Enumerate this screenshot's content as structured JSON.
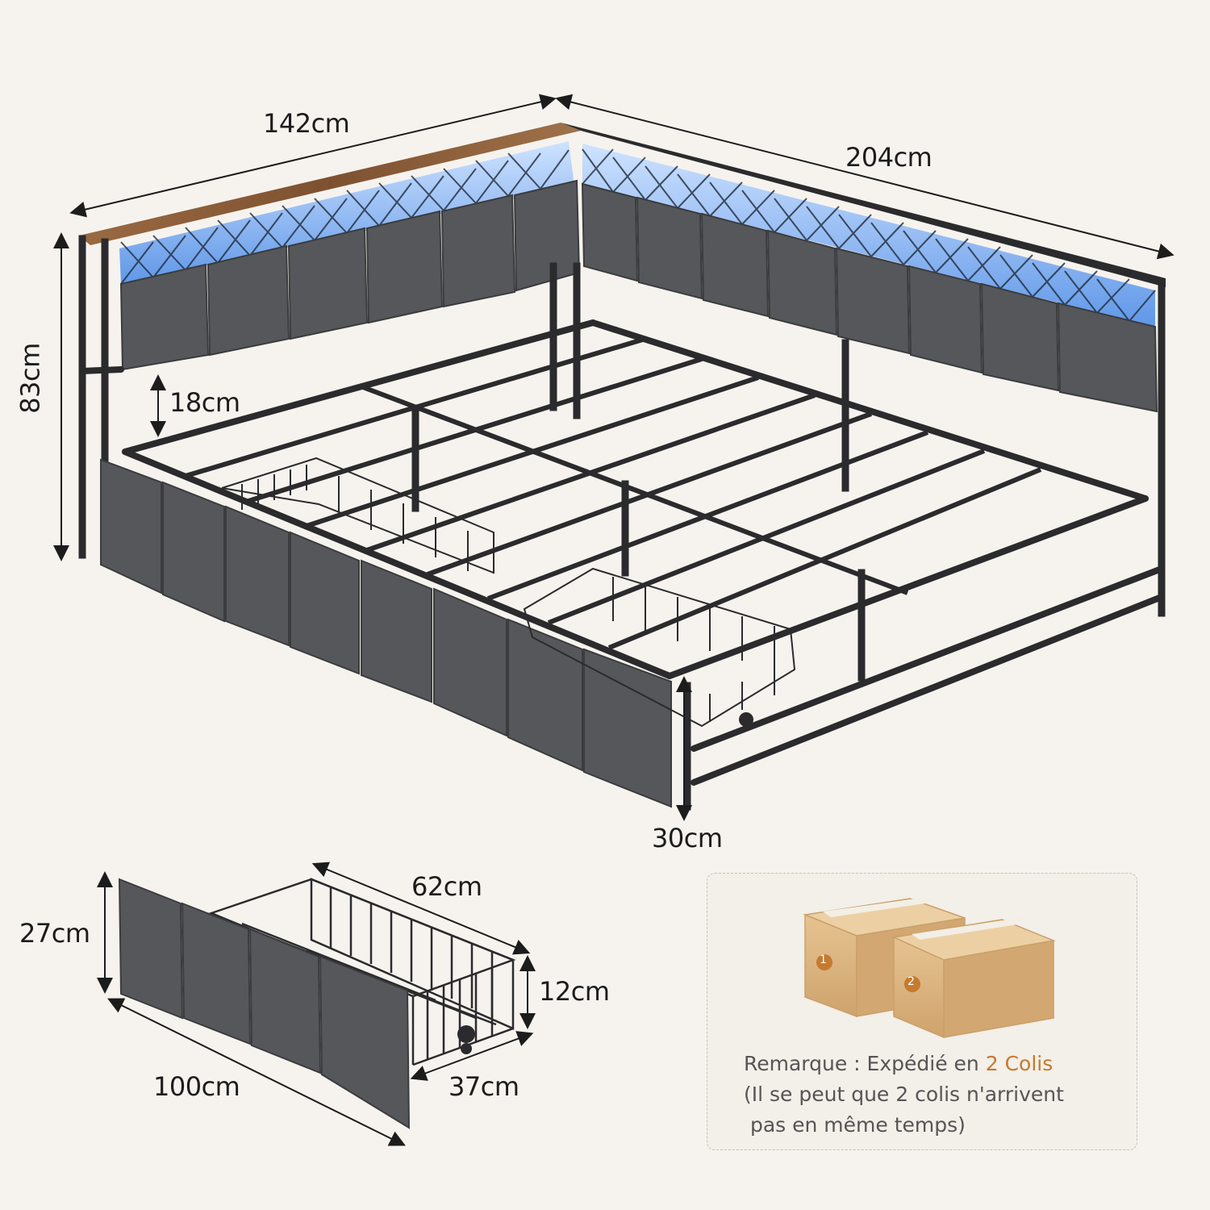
{
  "dimensions": {
    "bed_width": "142cm",
    "bed_length": "204cm",
    "bed_height": "83cm",
    "headboard_gap": "18cm",
    "under_bed_clearance": "30cm",
    "drawer_depth": "62cm",
    "drawer_height": "27cm",
    "drawer_basket_height": "12cm",
    "drawer_length": "100cm",
    "drawer_basket_width": "37cm"
  },
  "note": {
    "label": "Remarque : Expédié en",
    "highlight": "2 Colis",
    "line2": "(Il se peut que 2 colis n'arrivent",
    "line3": " pas en même temps)",
    "box1_number": "1",
    "box2_number": "2"
  },
  "colors": {
    "background": "#f6f3ee",
    "frame": "#2b2b2d",
    "upholstery": "#55575a",
    "led": "#7fb6ff",
    "wood_top": "#8a5a35",
    "carton": "#d9b27f",
    "accent": "#c57a2f"
  }
}
